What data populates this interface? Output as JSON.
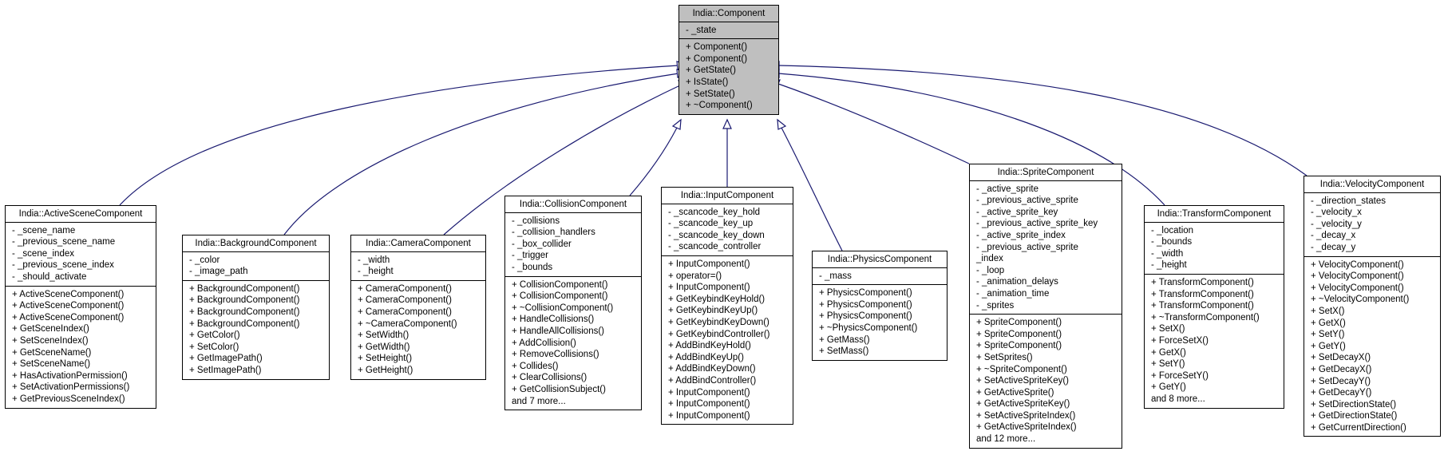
{
  "base_class": {
    "title": "India::Component",
    "attributes": [
      "- _state"
    ],
    "methods": [
      "+ Component()",
      "+ Component()",
      "+ GetState()",
      "+ IsState()",
      "+ SetState()",
      "+ ~Component()"
    ]
  },
  "derived_classes": [
    {
      "title": "India::ActiveSceneComponent",
      "attributes": [
        "- _scene_name",
        "- _previous_scene_name",
        "- _scene_index",
        "- _previous_scene_index",
        "- _should_activate"
      ],
      "methods": [
        "+ ActiveSceneComponent()",
        "+ ActiveSceneComponent()",
        "+ ActiveSceneComponent()",
        "+ GetSceneIndex()",
        "+ SetSceneIndex()",
        "+ GetSceneName()",
        "+ SetSceneName()",
        "+ HasActivationPermission()",
        "+ SetActivationPermissions()",
        "+ GetPreviousSceneIndex()"
      ]
    },
    {
      "title": "India::BackgroundComponent",
      "attributes": [
        "- _color",
        "- _image_path"
      ],
      "methods": [
        "+ BackgroundComponent()",
        "+ BackgroundComponent()",
        "+ BackgroundComponent()",
        "+ BackgroundComponent()",
        "+ GetColor()",
        "+ SetColor()",
        "+ GetImagePath()",
        "+ SetImagePath()"
      ]
    },
    {
      "title": "India::CameraComponent",
      "attributes": [
        "- _width",
        "- _height"
      ],
      "methods": [
        "+ CameraComponent()",
        "+ CameraComponent()",
        "+ CameraComponent()",
        "+ ~CameraComponent()",
        "+ SetWidth()",
        "+ GetWidth()",
        "+ SetHeight()",
        "+ GetHeight()"
      ]
    },
    {
      "title": "India::CollisionComponent",
      "attributes": [
        "- _collisions",
        "- _collision_handlers",
        "- _box_collider",
        "- _trigger",
        "- _bounds"
      ],
      "methods": [
        "+ CollisionComponent()",
        "+ CollisionComponent()",
        "+ ~CollisionComponent()",
        "+ HandleCollisions()",
        "+ HandleAllCollisions()",
        "+ AddCollision()",
        "+ RemoveCollisions()",
        "+ Collides()",
        "+ ClearCollisions()",
        "+ GetCollisionSubject()",
        "and 7 more..."
      ]
    },
    {
      "title": "India::InputComponent",
      "attributes": [
        "- _scancode_key_hold",
        "- _scancode_key_up",
        "- _scancode_key_down",
        "- _scancode_controller"
      ],
      "methods": [
        "+ InputComponent()",
        "+ operator=()",
        "+ InputComponent()",
        "+ GetKeybindKeyHold()",
        "+ GetKeybindKeyUp()",
        "+ GetKeybindKeyDown()",
        "+ GetKeybindController()",
        "+ AddBindKeyHold()",
        "+ AddBindKeyUp()",
        "+ AddBindKeyDown()",
        "+ AddBindController()",
        "+ InputComponent()",
        "+ InputComponent()",
        "+ InputComponent()"
      ]
    },
    {
      "title": "India::PhysicsComponent",
      "attributes": [
        "- _mass"
      ],
      "methods": [
        "+ PhysicsComponent()",
        "+ PhysicsComponent()",
        "+ PhysicsComponent()",
        "+ ~PhysicsComponent()",
        "+ GetMass()",
        "+ SetMass()"
      ]
    },
    {
      "title": "India::SpriteComponent",
      "attributes": [
        "- _active_sprite",
        "- _previous_active_sprite",
        "- _active_sprite_key",
        "- _previous_active_sprite_key",
        "- _active_sprite_index",
        "- _previous_active_sprite",
        "_index",
        "- _loop",
        "- _animation_delays",
        "- _animation_time",
        "- _sprites"
      ],
      "methods": [
        "+ SpriteComponent()",
        "+ SpriteComponent()",
        "+ SpriteComponent()",
        "+ SetSprites()",
        "+ ~SpriteComponent()",
        "+ SetActiveSpriteKey()",
        "+ GetActiveSprite()",
        "+ GetActiveSpriteKey()",
        "+ SetActiveSpriteIndex()",
        "+ GetActiveSpriteIndex()",
        "and 12 more..."
      ]
    },
    {
      "title": "India::TransformComponent",
      "attributes": [
        "- _location",
        "- _bounds",
        "- _width",
        "- _height"
      ],
      "methods": [
        "+ TransformComponent()",
        "+ TransformComponent()",
        "+ TransformComponent()",
        "+ ~TransformComponent()",
        "+ SetX()",
        "+ ForceSetX()",
        "+ GetX()",
        "+ SetY()",
        "+ ForceSetY()",
        "+ GetY()",
        "and 8 more..."
      ]
    },
    {
      "title": "India::VelocityComponent",
      "attributes": [
        "- _direction_states",
        "- _velocity_x",
        "- _velocity_y",
        "- _decay_x",
        "- _decay_y"
      ],
      "methods": [
        "+ VelocityComponent()",
        "+ VelocityComponent()",
        "+ VelocityComponent()",
        "+ ~VelocityComponent()",
        "+ SetX()",
        "+ GetX()",
        "+ SetY()",
        "+ GetY()",
        "+ SetDecayX()",
        "+ GetDecayX()",
        "+ SetDecayY()",
        "+ GetDecayY()",
        "+ SetDirectionState()",
        "+ GetDirectionState()",
        "+ GetCurrentDirection()"
      ]
    }
  ],
  "colors": {
    "edge": "#191970",
    "base_fill": "#bfbfbf",
    "box_fill": "#ffffff",
    "border": "#000000"
  }
}
